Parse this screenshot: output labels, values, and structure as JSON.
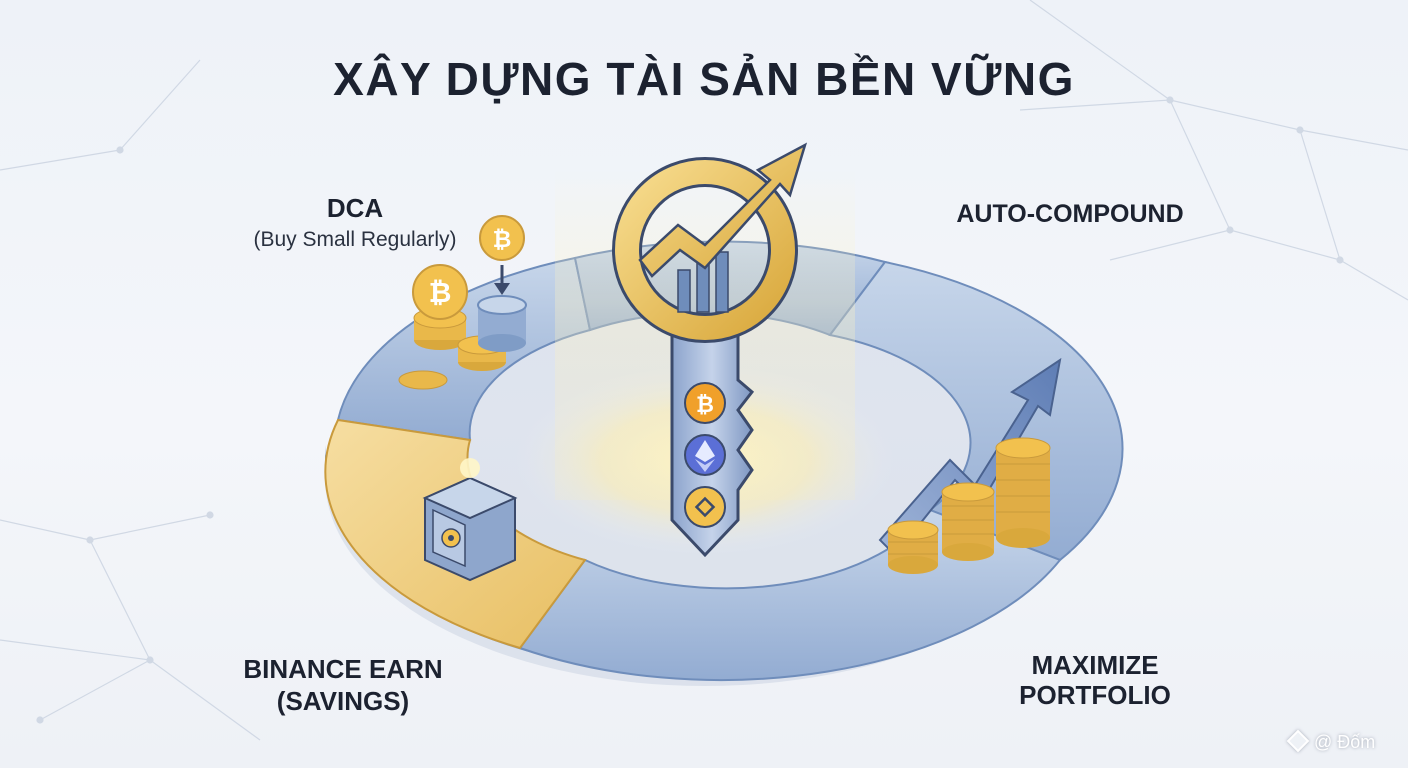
{
  "title": "XÂY DỰNG TÀI SẢN BỀN VỮNG",
  "labels": {
    "dca": "DCA",
    "dca_sub": "(Buy Small Regularly)",
    "auto_compound": "AUTO-COMPOUND",
    "earn_line1": "BINANCE EARN",
    "earn_line2": "(SAVINGS)",
    "maximize_line1": "MAXIMIZE",
    "maximize_line2": "PORTFOLIO"
  },
  "watermark": "@ Đốm",
  "icons": [
    "bitcoin-icon",
    "ethereum-icon",
    "bnb-icon",
    "safe-vault-icon",
    "growth-arrow-icon",
    "key-icon",
    "coin-stack-icon"
  ],
  "colors": {
    "ring_blue": "#a9bfdc",
    "ring_blue_dark": "#7f9cc6",
    "ring_gold": "#efcf86",
    "coin_gold": "#f2c14e",
    "btc_orange": "#f0a02a",
    "eth_blue": "#5b6fd6",
    "key_outline": "#3b4a6b",
    "title_color": "#1c2230"
  }
}
